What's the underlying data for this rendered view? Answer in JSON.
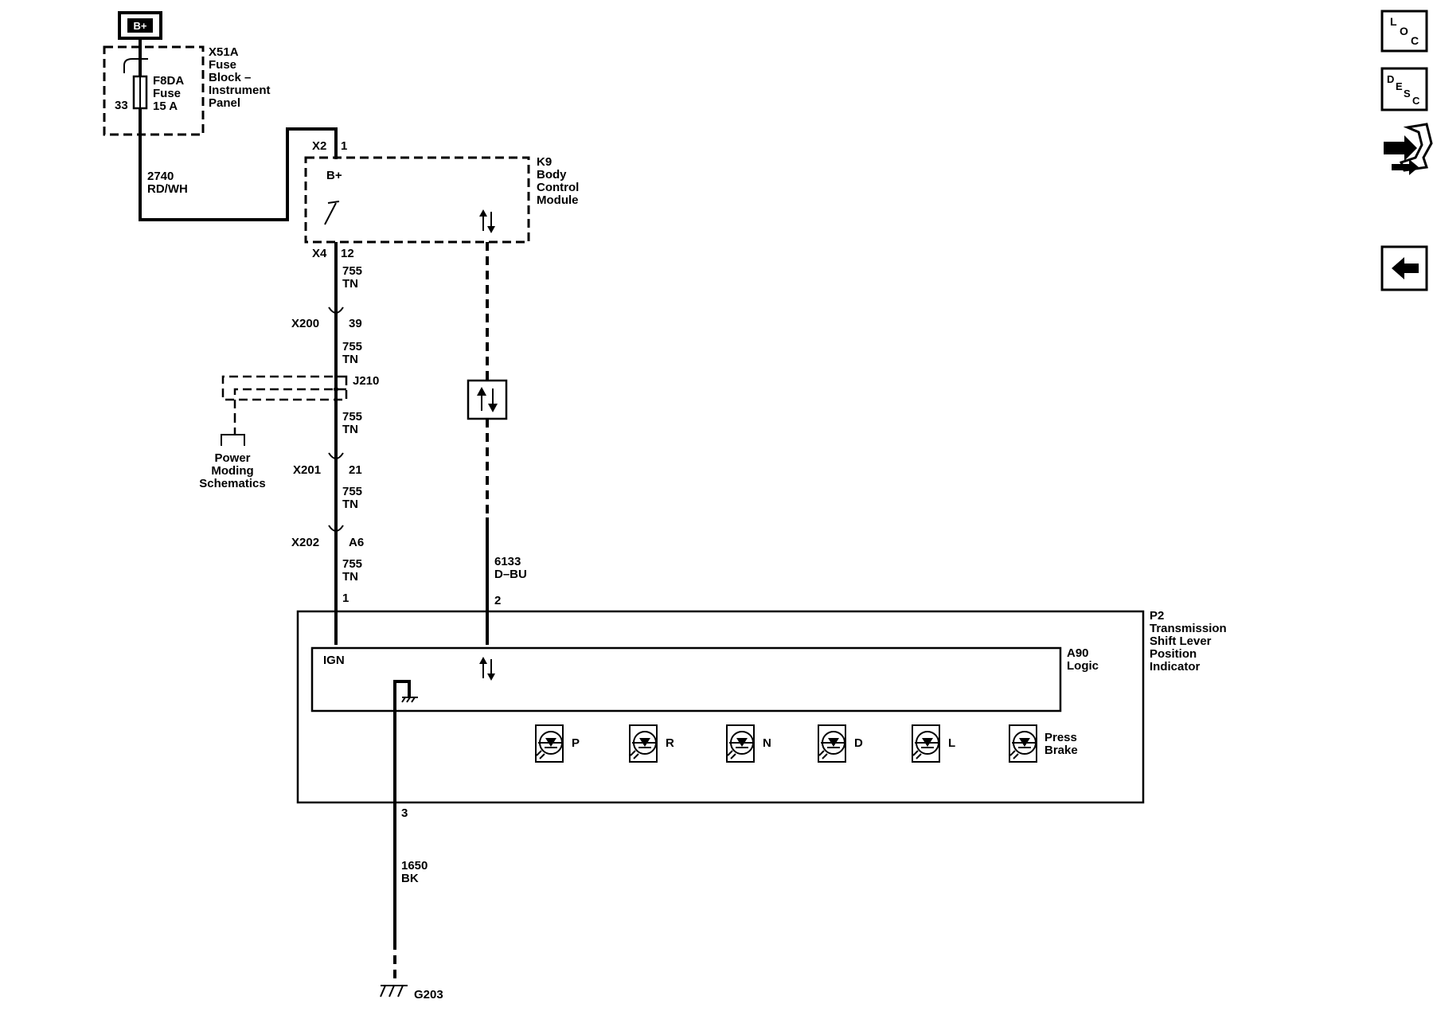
{
  "power": {
    "label": "B+"
  },
  "fuse_block": {
    "name": "X51A",
    "desc": [
      "Fuse",
      "Block –",
      "Instrument",
      "Panel"
    ],
    "pin": "33",
    "fuse_name": "F8DA",
    "fuse_type": "Fuse",
    "fuse_rating": "15 A"
  },
  "wire_2740": {
    "circuit": "2740",
    "color": "RD/WH"
  },
  "bcm": {
    "name": "K9",
    "desc": [
      "Body",
      "Control",
      "Module"
    ],
    "top_connector": "X2",
    "top_pin": "1",
    "bplus": "B+",
    "bottom_connector": "X4",
    "bottom_pin": "12"
  },
  "tn_wires": [
    "755",
    "TN"
  ],
  "x200": {
    "name": "X200",
    "pin": "39"
  },
  "j210": {
    "name": "J210"
  },
  "power_moding": [
    "Power",
    "Moding",
    "Schematics"
  ],
  "x201": {
    "name": "X201",
    "pin": "21"
  },
  "x202": {
    "name": "X202",
    "pin": "A6"
  },
  "wire_6133": {
    "circuit": "6133",
    "color": "D–BU"
  },
  "p2": {
    "name": "P2",
    "desc": [
      "Transmission",
      "Shift Lever",
      "Position",
      "Indicator"
    ],
    "pin_ign": "1",
    "pin_data": "2",
    "pin_gnd": "3",
    "ign_label": "IGN"
  },
  "a90": {
    "name": "A90",
    "desc": "Logic"
  },
  "indicators": [
    "P",
    "R",
    "N",
    "D",
    "L",
    "Press",
    "Brake"
  ],
  "wire_1650": {
    "circuit": "1650",
    "color": "BK"
  },
  "ground": {
    "name": "G203"
  },
  "nav": {
    "loc_icon": "loc-icon",
    "desc_icon": "desc-icon",
    "connector_icon": "connector-icon",
    "back_icon": "back-arrow-icon"
  }
}
